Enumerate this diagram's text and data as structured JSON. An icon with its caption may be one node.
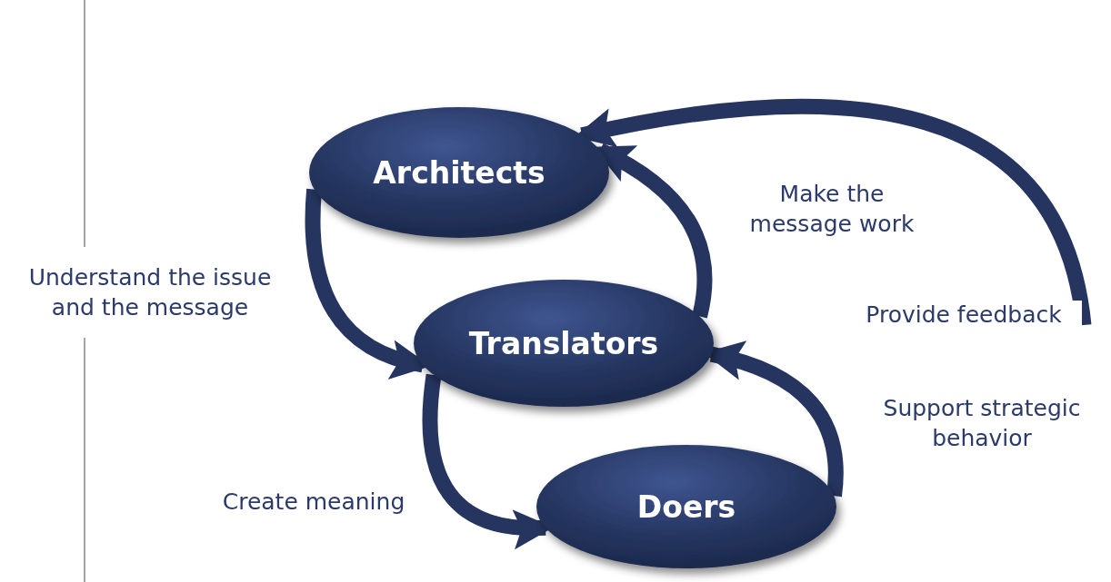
{
  "diagram": {
    "nodes": [
      {
        "text": [
          "Architects"
        ]
      },
      {
        "text": [
          "Translators"
        ]
      },
      {
        "text": [
          "Doers"
        ]
      }
    ],
    "edges": [
      {
        "from": 0,
        "to": 1,
        "arrow": "to",
        "label": "Understand the issue and the message"
      },
      {
        "from": 1,
        "to": 2,
        "arrow": "to",
        "label": "Create meaning"
      },
      {
        "from": 2,
        "to": 1,
        "arrow": "to",
        "label": "Support strategic behavior"
      },
      {
        "from": 1,
        "to": 0,
        "arrow": "to",
        "label": "Make the message work"
      },
      {
        "from": null,
        "to": 0,
        "arrow": "to",
        "label": "Provide feedback"
      }
    ]
  }
}
